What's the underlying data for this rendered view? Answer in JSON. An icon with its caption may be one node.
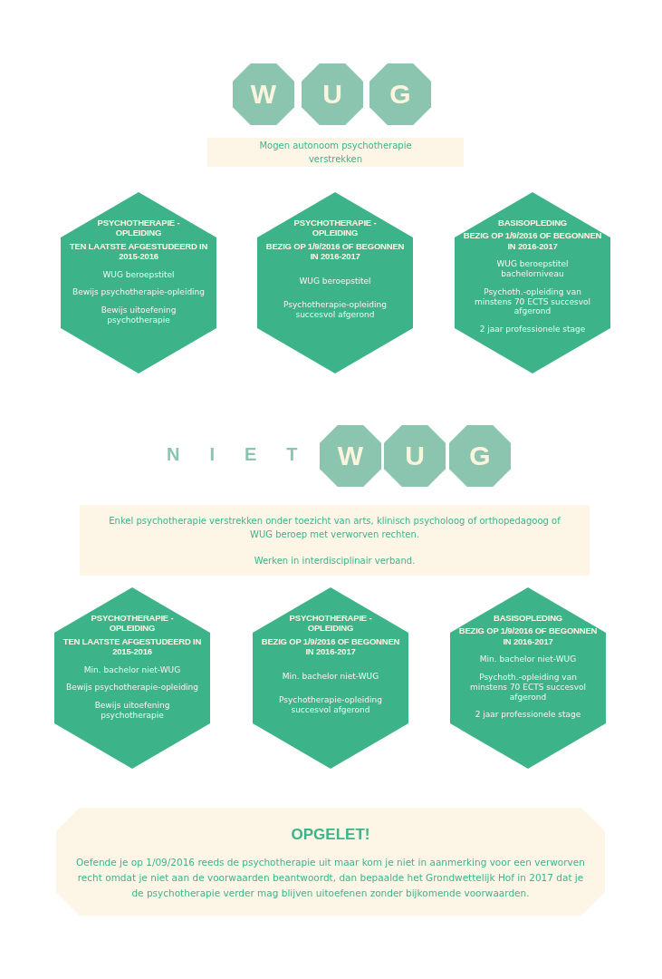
{
  "diagram": {
    "nodes": [
      {
        "text": [
          "W"
        ]
      },
      {
        "text": [
          "U"
        ]
      },
      {
        "text": [
          "G"
        ]
      },
      {
        "text": [
          "Mogen autonoom psychotherapie verstrekken"
        ]
      },
      {
        "text": [
          "PSYCHOTHERAPIE -OPLEIDING",
          "TEN LAATSTE AFGESTUDEERD IN 2015-2016",
          "WUG beroepstitel",
          "Bewijs psychotherapie-opleiding",
          "Bewijs uitoefening psychotherapie"
        ]
      },
      {
        "text": [
          "PSYCHOTHERAPIE -OPLEIDING",
          "BEZIG OP 1/9/2016 OF BEGONNEN IN 2016-2017",
          "WUG beroepstitel",
          "Psychotherapie-opleiding succesvol afgerond"
        ]
      },
      {
        "text": [
          "BASISOPLEDING",
          "BEZIG OP 1/9/2016 OF BEGONNEN IN 2016-2017",
          "WUG beroepstitel bachelorniveau",
          "Psychoth.-opleiding van minstens 70 ECTS succesvol afgerond",
          "2 jaar professionele stage"
        ]
      },
      {
        "text": [
          "W"
        ]
      },
      {
        "text": [
          "U"
        ]
      },
      {
        "text": [
          "G"
        ]
      },
      {
        "text": [
          "Enkel psychotherapie verstrekken onder toezicht van arts, klinisch psycholoog of orthopedagoog of WUG beroep met verworven rechten.",
          "Werken in interdisciplinair verband."
        ]
      },
      {
        "text": [
          "PSYCHOTHERAPIE -OPLEIDING",
          "TEN LAATSTE AFGESTUDEERD IN 2015-2016",
          "Min. bachelor niet-WUG",
          "Bewijs psychotherapie-opleiding",
          "Bewijs uitoefening psychotherapie"
        ]
      },
      {
        "text": [
          "PSYCHOTHERAPIE -OPLEIDING",
          "BEZIG OP 1/9/2016 OF BEGONNEN IN 2016-2017",
          "Min. bachelor niet-WUG",
          "Psychotherapie-opleiding succesvol afgerond"
        ]
      },
      {
        "text": [
          "BASISOPLEDING",
          "BEZIG OP 1/9/2016 OF BEGONNEN IN 2016-2017",
          "Min. bachelor niet-WUG",
          "Psychoth.-opleiding van minstens 70 ECTS succesvol afgerond",
          "2 jaar professionele stage"
        ]
      },
      {
        "text": [
          "OPGELET!",
          "Oefende je op 1/09/2016 reeds de psychotherapie uit maar kom je niet in aanmerking voor een verworven recht omdat je niet aan de voorwaarden beantwoordt, dan bepaalde het Grondwettelijk Hof in 2017 dat je de psychotherapie verder mag blijven uitoefenen zonder bijkomende voorwaarden."
        ]
      }
    ],
    "labels": [
      "NIET"
    ]
  }
}
